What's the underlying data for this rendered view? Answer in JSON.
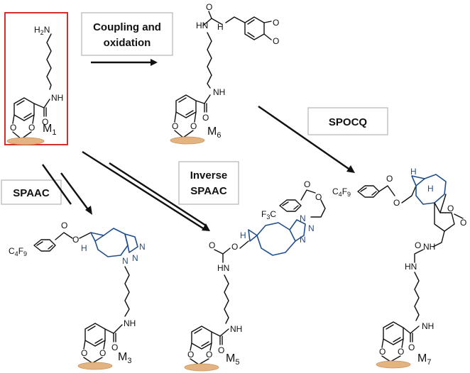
{
  "reactions": {
    "coupling_line1": "Coupling and",
    "coupling_line2": "oxidation",
    "spocq": "SPOCQ",
    "spaac": "SPAAC",
    "inverse_line1": "Inverse",
    "inverse_line2": "SPAAC"
  },
  "molecules": {
    "m1": {
      "prefix": "M",
      "sub": "1"
    },
    "m3": {
      "prefix": "M",
      "sub": "3"
    },
    "m5": {
      "prefix": "M",
      "sub": "5"
    },
    "m6": {
      "prefix": "M",
      "sub": "6"
    },
    "m7": {
      "prefix": "M",
      "sub": "7"
    }
  },
  "atoms": {
    "h2n": "H",
    "h2n_sub": "2",
    "h2n_n": "N",
    "nh": "NH",
    "hn": "HN",
    "n": "N",
    "o": "O",
    "h": "H",
    "c4f9_c": "C",
    "c4f9_4": "4",
    "c4f9_f": "F",
    "c4f9_9": "9",
    "f3c_f": "F",
    "f3c_3": "3",
    "f3c_c": "C"
  },
  "colors": {
    "highlight_box": "#d0302e",
    "new_bonds": "#1f4e8c",
    "surface": "#e3b482"
  }
}
